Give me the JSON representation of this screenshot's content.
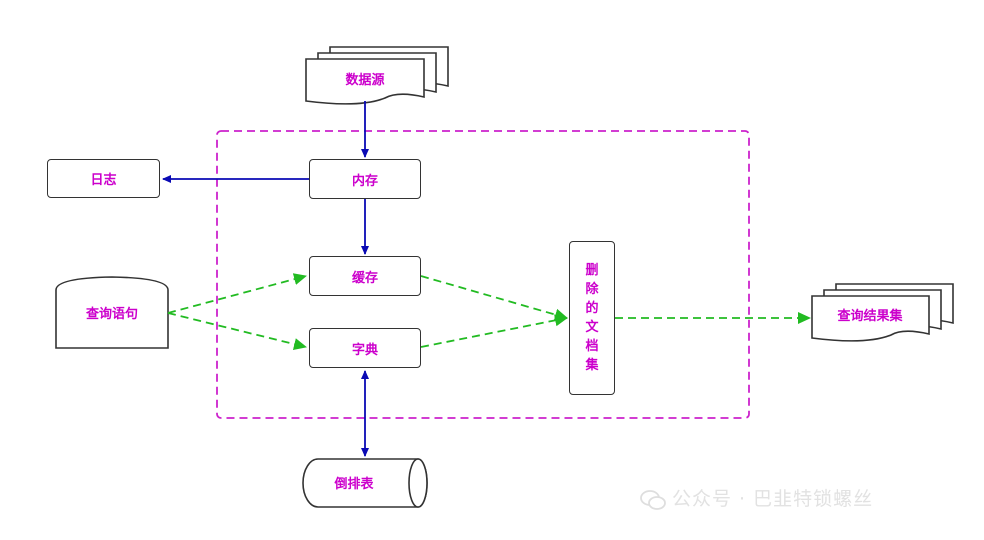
{
  "diagram": {
    "nodes": {
      "datasource": "数据源",
      "log": "日志",
      "memory": "内存",
      "cache": "缓存",
      "dictionary": "字典",
      "query_statement": "查询语句",
      "deleted_docs": [
        "删",
        "除",
        "的",
        "文",
        "档",
        "集"
      ],
      "inverted_table": "倒排表",
      "result_set": "查询结果集"
    }
  },
  "watermark": "公众号 · 巴韭特锁螺丝",
  "colors": {
    "node_text": "#cc00cc",
    "solid_arrow": "#0a0ab4",
    "dashed_arrow": "#22bb22",
    "boundary": "#cc22cc",
    "border": "#333333"
  }
}
